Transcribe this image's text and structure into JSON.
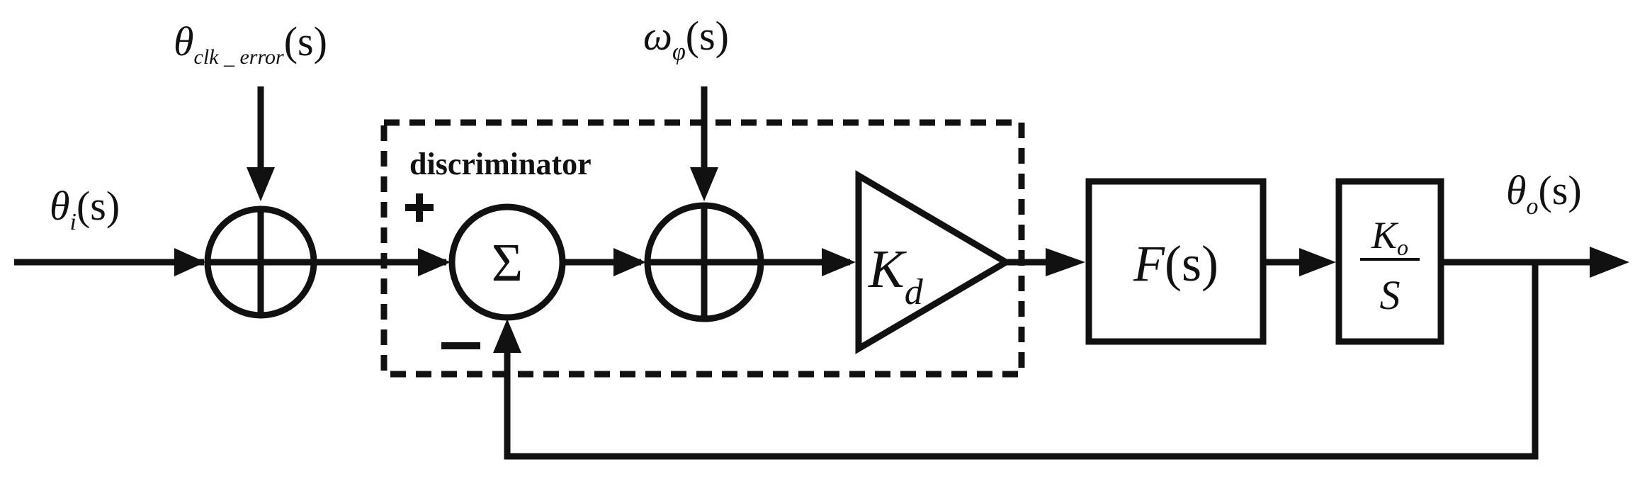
{
  "labels": {
    "input": {
      "sym": "θ",
      "sub": "i",
      "arg": "(s)"
    },
    "clock_error": {
      "sym": "θ",
      "sub": "clk _ error",
      "arg": "(s)"
    },
    "noise": {
      "sym": "ω",
      "sub": "φ",
      "arg": "(s)"
    },
    "output": {
      "sym": "θ",
      "sub": "o",
      "arg": "(s)"
    },
    "discriminator": "discriminator",
    "plus_sign": "+",
    "sigma": "Σ",
    "gain": {
      "sym": "K",
      "sub": "d"
    },
    "filter": {
      "sym": "F",
      "arg": "(s)"
    },
    "vco": {
      "num": "K",
      "num_sub": "o",
      "den": "S"
    }
  },
  "colors": {
    "stroke": "#111111",
    "background": "#ffffff"
  }
}
